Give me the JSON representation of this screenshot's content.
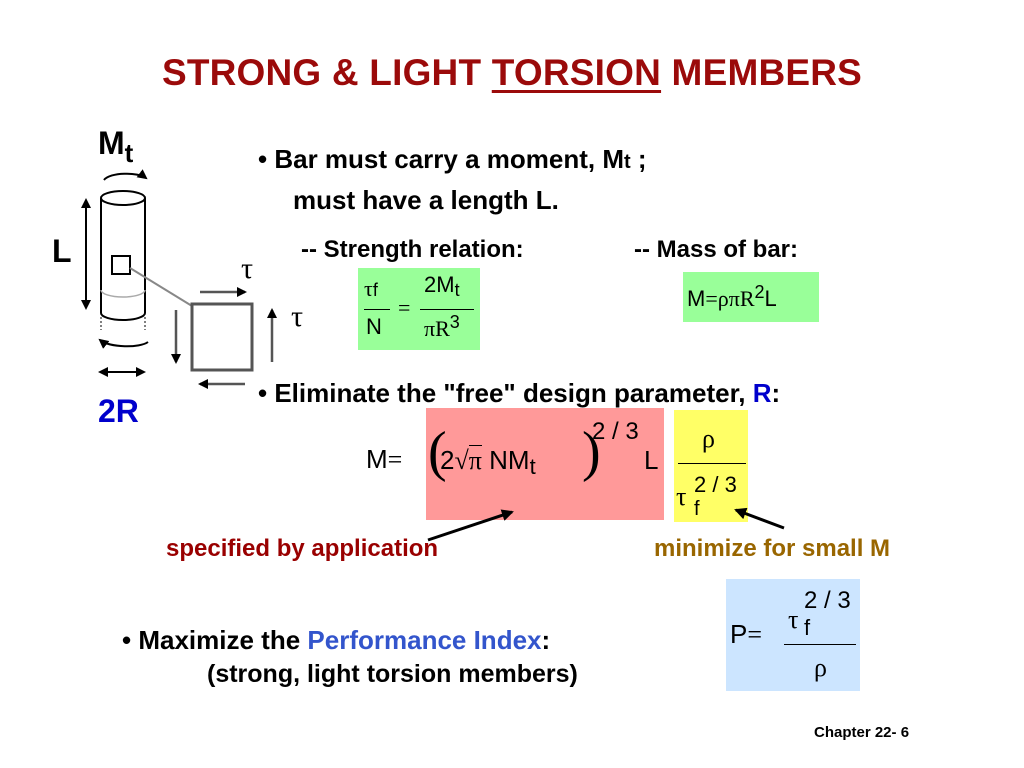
{
  "title": {
    "part1": "STRONG & LIGHT ",
    "underlined": "TORSION",
    "part2": " MEMBERS"
  },
  "figure": {
    "moment_label_main": "M",
    "moment_label_sub": "t",
    "length_label": "L",
    "diameter_label": "2R",
    "tau_label_1": "τ",
    "tau_label_2": "τ"
  },
  "bullets": {
    "bullet1_line1_text": "Bar must carry a moment, M",
    "bullet1_line1_sub": "t",
    "bullet1_line1_tail": " ;",
    "bullet1_line2": "must have a length L.",
    "strength_heading": "-- Strength relation:",
    "mass_heading": "-- Mass of bar:",
    "bullet2_text": "Eliminate the \"free\" design parameter, ",
    "bullet2_param": "R",
    "bullet2_colon": ":",
    "bullet3_text": "Maximize the ",
    "bullet3_highlight": "Performance Index",
    "bullet3_colon": ":",
    "bullet3_line2": "(strong, light torsion members)",
    "bullet_symbol": "•"
  },
  "equations": {
    "strength": {
      "tau": "τ",
      "tau_sub": "f",
      "n": "N",
      "equals": "=",
      "num": "2M",
      "num_sub": "t",
      "den": "πR",
      "den_sup": "3"
    },
    "mass": {
      "lhs": "M",
      "equals": "=",
      "rhs": "ρπR",
      "sup": "2",
      "tail": "L"
    },
    "combined": {
      "lhs": "M",
      "equals": "=",
      "paren_open": "(",
      "two": "2",
      "sqrt": "√",
      "pi": "π",
      "nm": "NM",
      "nm_sub": "t",
      "paren_close": ")",
      "exp": "2 / 3",
      "L": "L",
      "rho": "ρ",
      "tau": "τ",
      "tau_sub": "f",
      "tau_exp": "2 / 3"
    },
    "performance": {
      "lhs": "P",
      "equals": "=",
      "tau": "τ",
      "tau_sub": "f",
      "tau_exp": "2 / 3",
      "rho": "ρ"
    }
  },
  "annotations": {
    "left": "specified by application",
    "right": "minimize for small M"
  },
  "footer": "Chapter 22- 6",
  "colors": {
    "title": "#9b0a0a",
    "param": "#0000cc",
    "performance_index": "#3355cc",
    "annotation_left": "#990000",
    "annotation_right": "#996600",
    "green_box": "#99ff99",
    "pink_box": "#ff9999",
    "yellow_box": "#ffff66",
    "blue_box": "#cce5ff"
  }
}
